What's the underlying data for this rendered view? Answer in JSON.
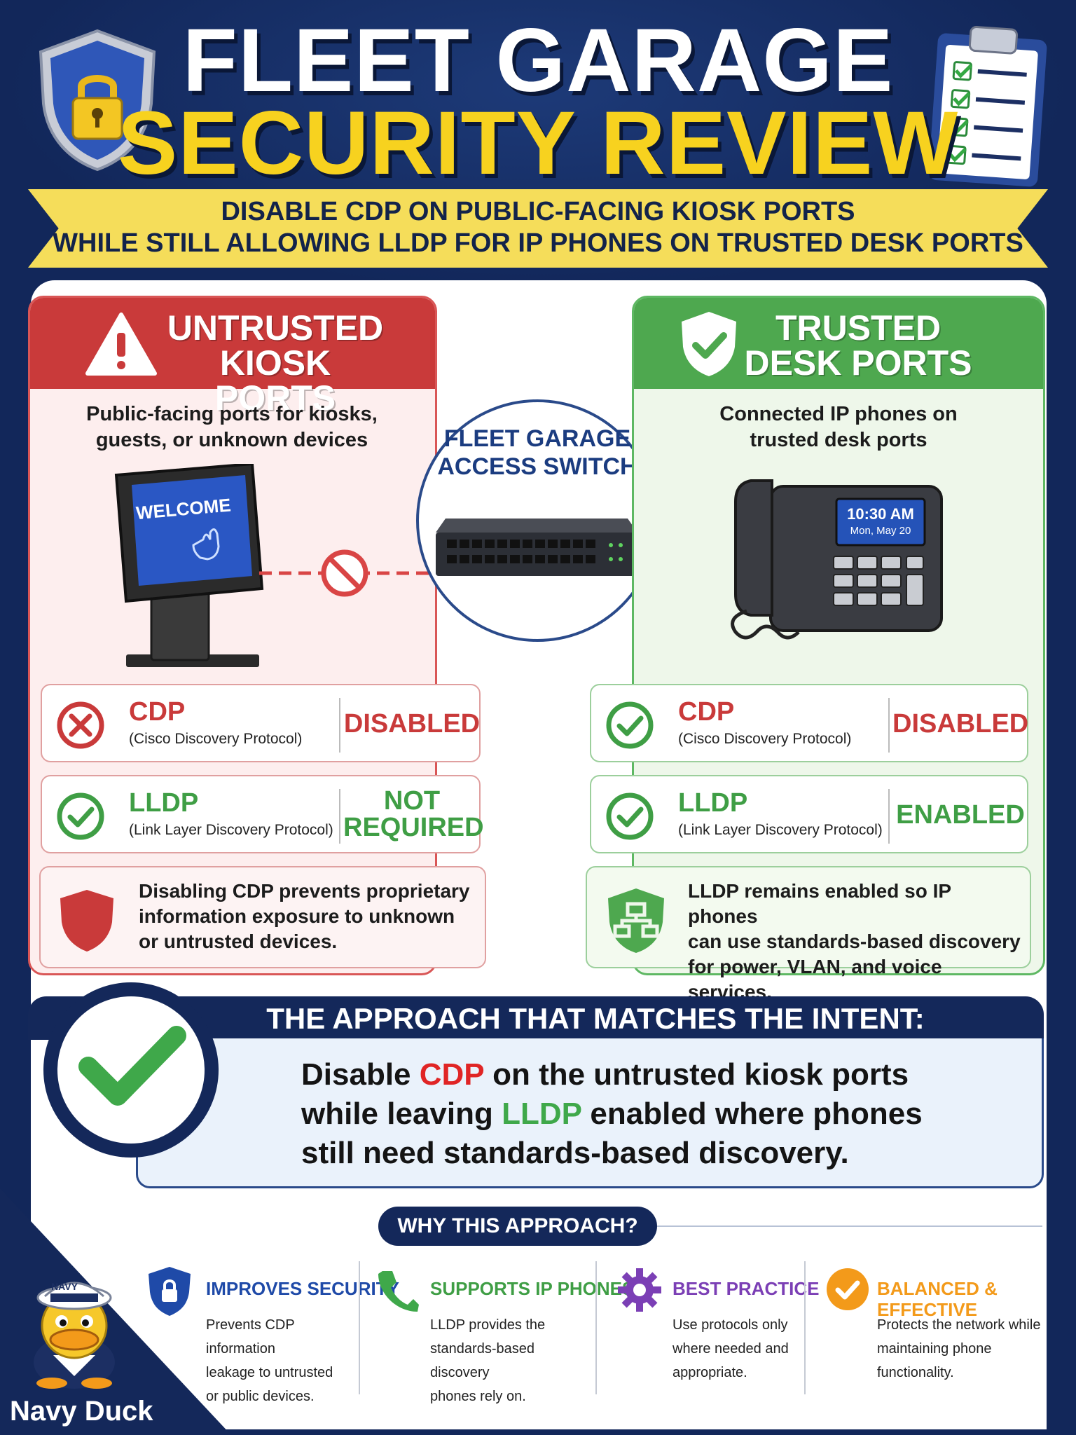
{
  "header": {
    "title_line1": "FLEET GARAGE",
    "title_line2": "SECURITY REVIEW",
    "subtitle_line1": "DISABLE CDP ON PUBLIC-FACING KIOSK PORTS",
    "subtitle_line2": "WHILE STILL ALLOWING LLDP FOR IP PHONES ON TRUSTED DESK PORTS"
  },
  "untrusted": {
    "title_line1": "UNTRUSTED",
    "title_line2": "KIOSK PORTS",
    "desc_line1": "Public-facing ports for kiosks,",
    "desc_line2": "guests, or unknown devices",
    "kiosk_screen": "WELCOME",
    "cdp": {
      "name": "CDP",
      "full": "(Cisco Discovery Protocol)",
      "status": "DISABLED"
    },
    "lldp": {
      "name": "LLDP",
      "full": "(Link Layer Discovery Protocol)",
      "status_line1": "NOT",
      "status_line2": "REQUIRED"
    },
    "note_line1": "Disabling CDP prevents proprietary",
    "note_line2": "information exposure to unknown",
    "note_line3": "or untrusted devices."
  },
  "switch": {
    "title_line1": "FLEET GARAGE",
    "title_line2": "ACCESS SWITCH"
  },
  "trusted": {
    "title_line1": "TRUSTED",
    "title_line2": "DESK PORTS",
    "desc_line1": "Connected IP phones on",
    "desc_line2": "trusted desk ports",
    "phone_time": "10:30 AM",
    "phone_date": "Mon, May 20",
    "cdp": {
      "name": "CDP",
      "full": "(Cisco Discovery Protocol)",
      "status": "DISABLED"
    },
    "lldp": {
      "name": "LLDP",
      "full": "(Link Layer Discovery Protocol)",
      "status": "ENABLED"
    },
    "note_line1": "LLDP remains enabled so IP phones",
    "note_line2": "can use standards-based discovery",
    "note_line3": "for power, VLAN, and voice services."
  },
  "approach": {
    "title": "THE APPROACH THAT MATCHES THE INTENT:",
    "l1_pre": "Disable ",
    "l1_hl": "CDP",
    "l1_post": " on the untrusted kiosk ports",
    "l2_pre": "while leaving ",
    "l2_hl": "LLDP",
    "l2_post": " enabled where phones",
    "l3": "still need standards-based discovery."
  },
  "why": {
    "title": "WHY THIS APPROACH?",
    "items": [
      {
        "title": "IMPROVES SECURITY",
        "d1": "Prevents CDP information",
        "d2": "leakage to untrusted",
        "d3": "or public devices.",
        "icon": "lock-shield-icon"
      },
      {
        "title": "SUPPORTS IP PHONES",
        "d1": "LLDP provides the",
        "d2": "standards-based discovery",
        "d3": "phones rely on.",
        "icon": "phone-icon"
      },
      {
        "title": "BEST PRACTICE",
        "d1": "Use protocols only",
        "d2": "where needed and",
        "d3": "appropriate.",
        "icon": "gear-icon"
      },
      {
        "title": "BALANCED & EFFECTIVE",
        "d1": "Protects the network while",
        "d2": "maintaining phone",
        "d3": "functionality.",
        "icon": "check-badge-icon"
      }
    ]
  },
  "mascot": {
    "name": "Navy Duck",
    "hat_text": "NAVY"
  },
  "colors": {
    "navy": "#14285a",
    "yellow": "#f7d21f",
    "red": "#c93a3a",
    "green": "#4ea84f",
    "purple": "#7b3fb5",
    "orange": "#f39a1a",
    "blue": "#1b3c80"
  }
}
